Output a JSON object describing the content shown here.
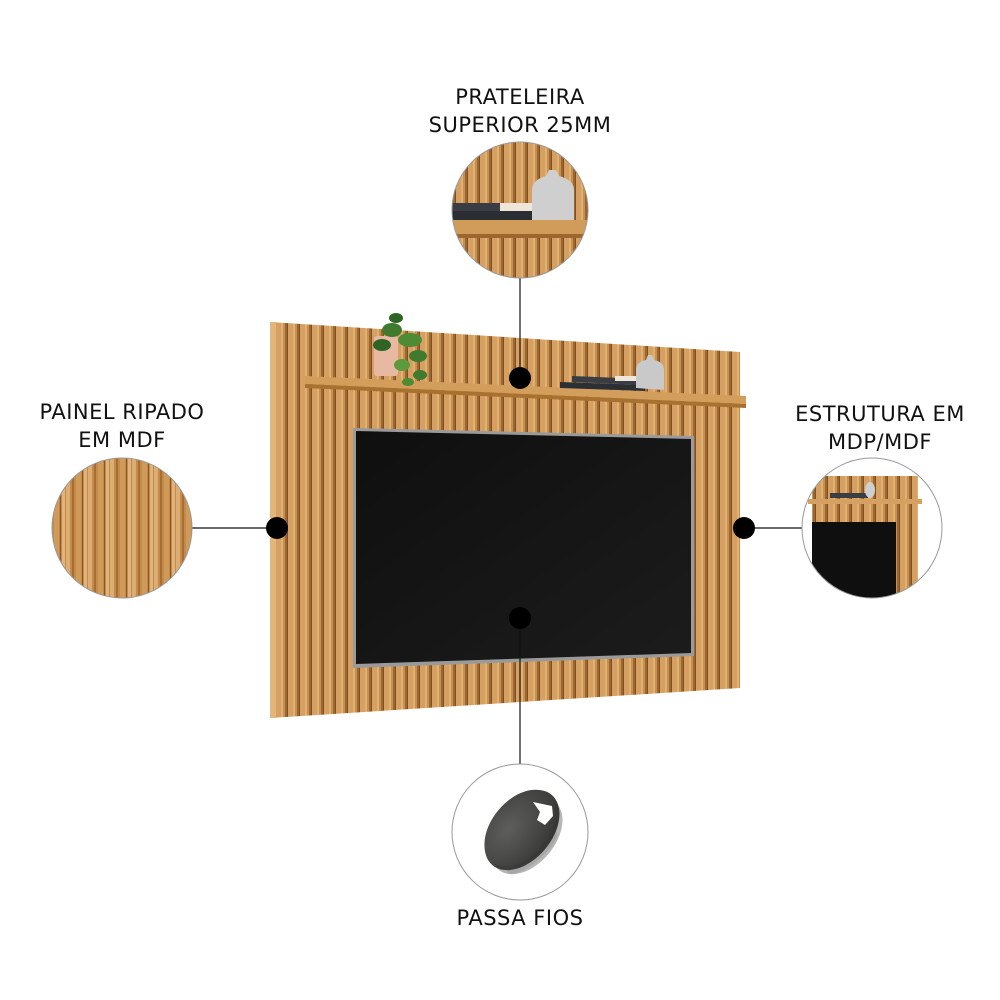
{
  "callouts": {
    "top": {
      "line1": "PRATELEIRA",
      "line2": "SUPERIOR 25MM"
    },
    "left": {
      "line1": "PAINEL RIPADO",
      "line2": "EM MDF"
    },
    "right": {
      "line1": "ESTRUTURA EM",
      "line2": "MDP/MDF"
    },
    "bottom": {
      "line1": "PASSA FIOS"
    }
  },
  "colors": {
    "background": "#ffffff",
    "wood_base": "#c48a4a",
    "wood_light": "#d9a565",
    "wood_dark": "#9c6630",
    "tv_screen": "#151515",
    "tv_frame": "#9a9a9a",
    "marker": "#000000",
    "grommet": "#4a4a48"
  },
  "icons": {
    "marker": "dot-marker",
    "plant": "plant-icon",
    "books": "books-icon",
    "vase": "vase-icon",
    "grommet": "cable-grommet-icon"
  }
}
